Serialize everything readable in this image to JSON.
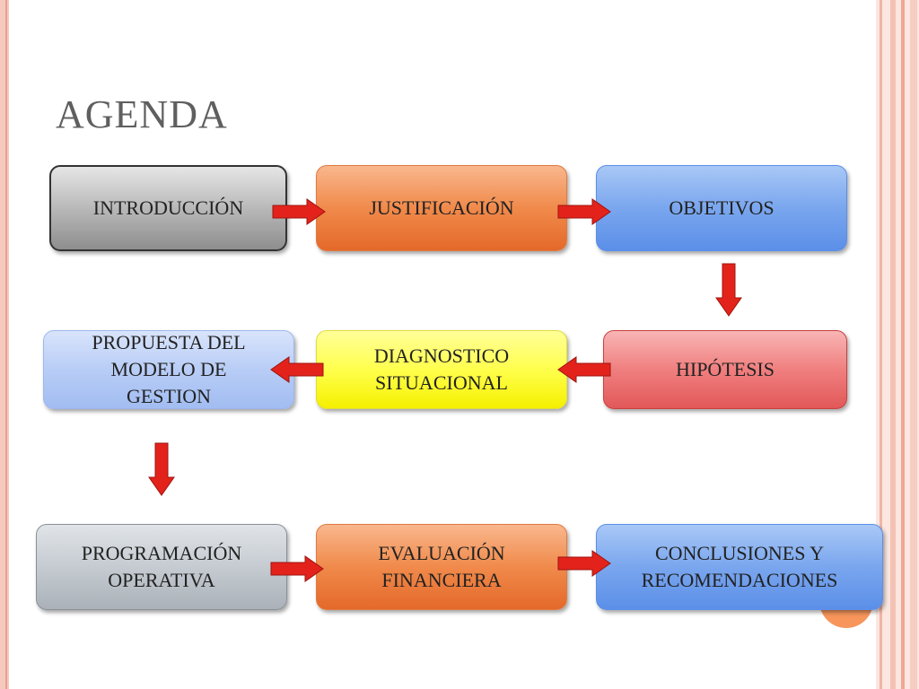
{
  "title": "AGENDA",
  "boxes": {
    "introduccion": "INTRODUCCIÓN",
    "justificacion": "JUSTIFICACIÓN",
    "objetivos": "OBJETIVOS",
    "hipotesis": "HIPÓTESIS",
    "diagnostico": "DIAGNOSTICO\nSITUACIONAL",
    "propuesta": "PROPUESTA DEL\nMODELO DE\nGESTION",
    "programacion": "PROGRAMACIÓN\nOPERATIVA",
    "evaluacion": "EVALUACIÓN\nFINANCIERA",
    "conclusiones": "CONCLUSIONES Y\nRECOMENDACIONES"
  },
  "colors": {
    "arrow": "#e3231b",
    "title": "#5f5f5f",
    "border_accent": "#f5c9bd"
  }
}
